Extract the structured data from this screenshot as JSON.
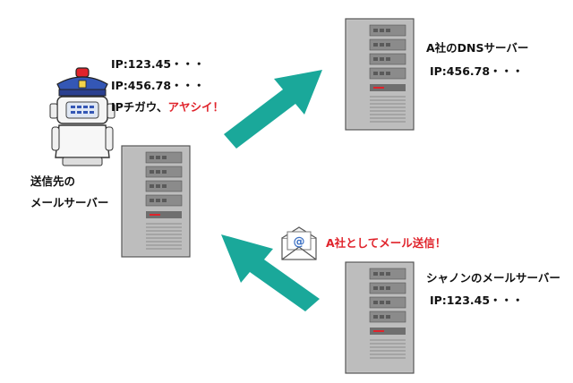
{
  "robot": {
    "ip_line1": "IP:123.45・・・",
    "ip_line2": "IP:456.78・・・",
    "ip_line3_prefix": "IPチガウ、",
    "ip_line3_alert": "アヤシイ！"
  },
  "dest_server": {
    "label_line1": "送信先の",
    "label_line2": "メールサーバー"
  },
  "dns_server": {
    "name": "A社のDNSサーバー",
    "ip": "IP:456.78・・・"
  },
  "shannon_server": {
    "name": "シャノンのメールサーバー",
    "ip": "IP:123.45・・・"
  },
  "email": {
    "caption": "A社としてメール送信！",
    "icon_char": "@"
  },
  "colors": {
    "arrow": "#1aa89a",
    "alert": "#e0232b",
    "server_body": "#bdbdbd",
    "server_dark": "#7a7a7a"
  }
}
